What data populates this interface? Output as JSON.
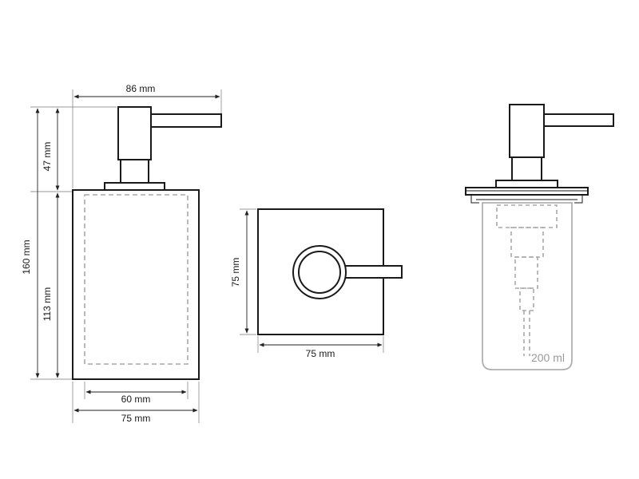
{
  "drawing": {
    "front_view": {
      "total_width": "86 mm",
      "head_height": "47 mm",
      "total_height": "160 mm",
      "body_height": "113 mm",
      "inner_width": "60 mm",
      "body_width": "75 mm"
    },
    "top_view": {
      "width": "75 mm",
      "depth": "75 mm"
    },
    "side_view": {
      "capacity": "200 ml"
    },
    "colors": {
      "outline": "#1a1a1a",
      "hidden_lines": "#a8a8a8",
      "dimension_lines": "#222222",
      "background": "#ffffff"
    }
  }
}
